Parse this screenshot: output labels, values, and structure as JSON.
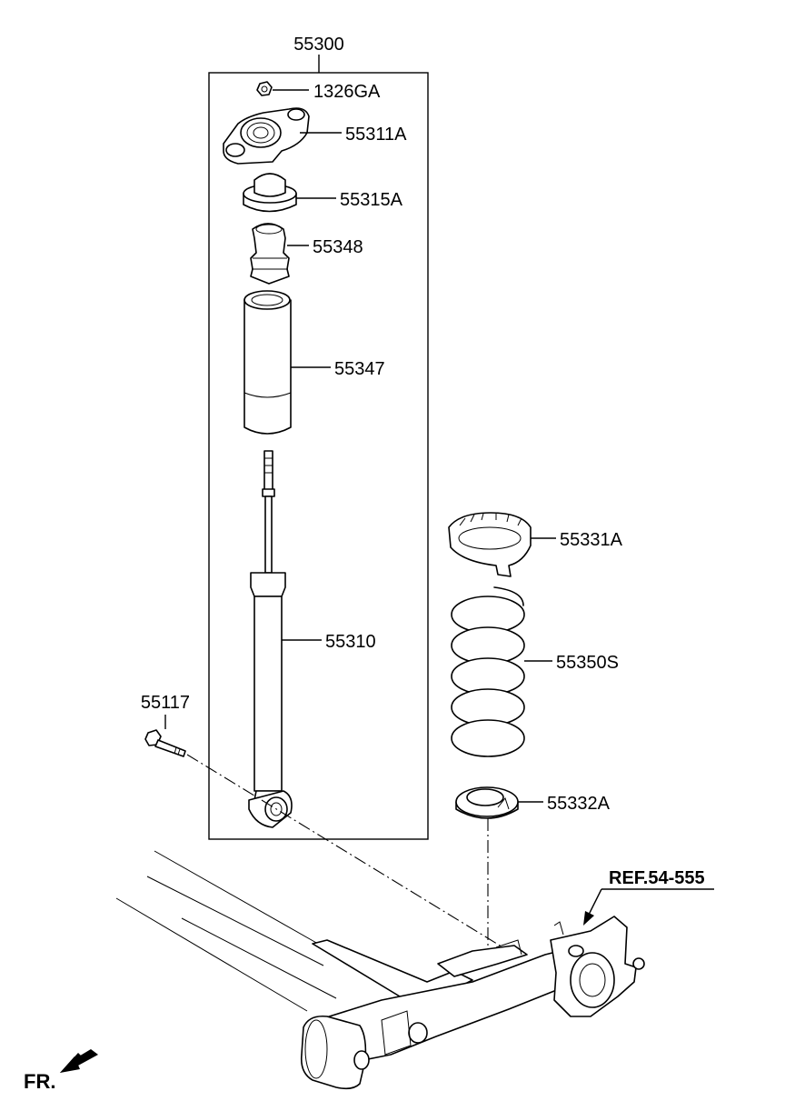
{
  "assembly_label": "55300",
  "parts": [
    {
      "id": "nut",
      "label": "1326GA"
    },
    {
      "id": "mount",
      "label": "55311A"
    },
    {
      "id": "bump-cap",
      "label": "55315A"
    },
    {
      "id": "bump-stopper",
      "label": "55348"
    },
    {
      "id": "dust-cover",
      "label": "55347"
    },
    {
      "id": "shock-absorber",
      "label": "55310"
    },
    {
      "id": "bolt",
      "label": "55117"
    },
    {
      "id": "upper-spring-pad",
      "label": "55331A"
    },
    {
      "id": "coil-spring",
      "label": "55350S"
    },
    {
      "id": "lower-spring-pad",
      "label": "55332A"
    }
  ],
  "reference_label": "REF.54-555",
  "front_indicator": "FR."
}
